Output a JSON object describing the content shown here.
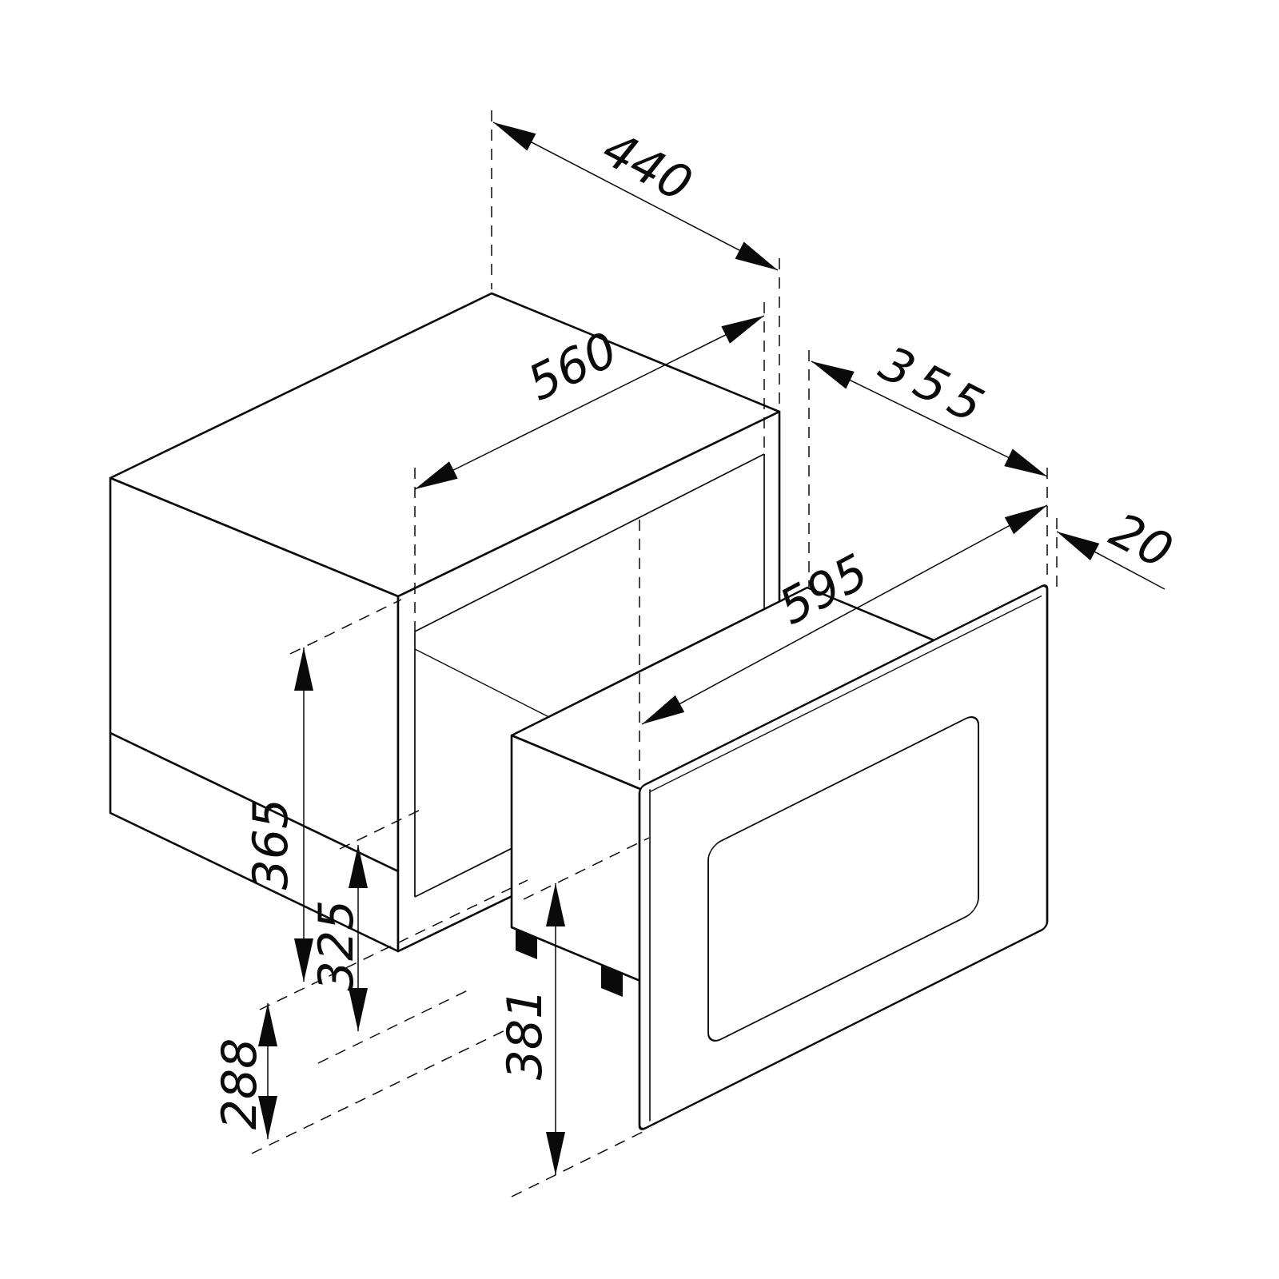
{
  "diagram": {
    "type": "installation-drawing",
    "subject": "built-in-microwave-and-cabinet-niche",
    "background_color": "#ffffff",
    "line_color": "#0a0a0a",
    "dimensions": {
      "niche_depth": {
        "label": "440"
      },
      "niche_width": {
        "label": "560"
      },
      "appliance_depth": {
        "label": "355"
      },
      "frame_thickness": {
        "label": "20"
      },
      "appliance_width": {
        "label": "595"
      },
      "niche_height": {
        "label": "365"
      },
      "body_height": {
        "label": "325"
      },
      "clearance_height": {
        "label": "288"
      },
      "front_height": {
        "label": "381"
      }
    }
  }
}
